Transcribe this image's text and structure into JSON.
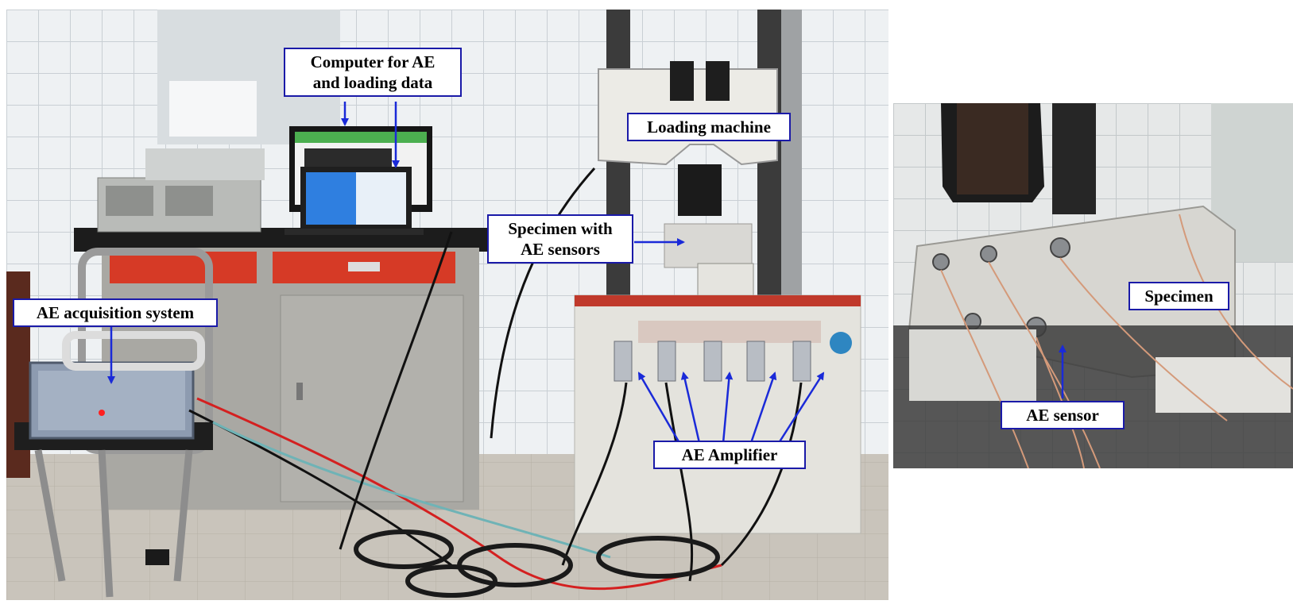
{
  "figure": {
    "photos": [
      {
        "name": "laboratory-overview-photo"
      },
      {
        "name": "specimen-closeup-photo"
      }
    ],
    "labels": {
      "computer": "Computer for AE\nand loading data",
      "loading_machine": "Loading machine",
      "specimen_with_sensors": "Specimen with\nAE sensors",
      "acquisition_system": "AE acquisition system",
      "amplifier": "AE Amplifier",
      "specimen": "Specimen",
      "sensor": "AE sensor"
    },
    "colors": {
      "label_border": "#1a1aa8",
      "arrow": "#1a2ad8",
      "machine_red": "#d63a26",
      "wall_tile": "#e8ecef"
    }
  }
}
